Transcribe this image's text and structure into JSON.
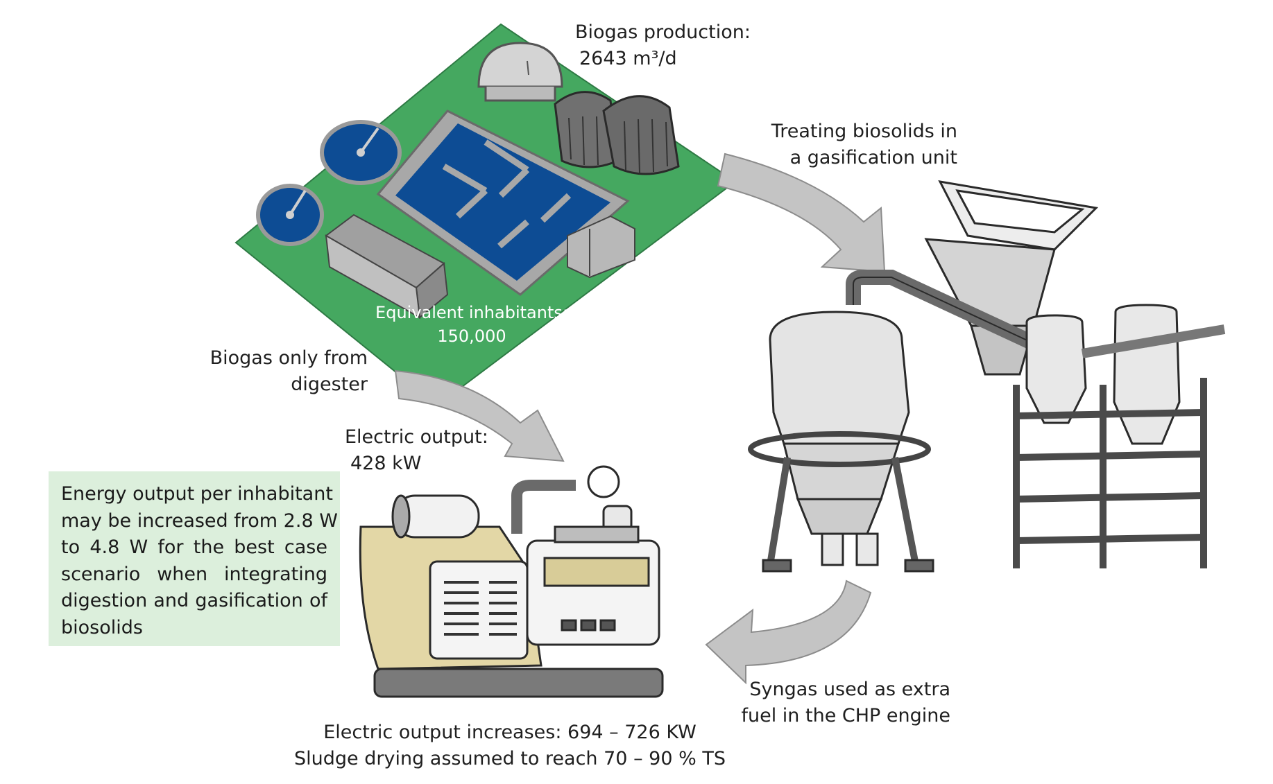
{
  "plant": {
    "biogas_production": [
      "Biogas production:",
      "2643 m³/d"
    ],
    "inhabitants": [
      "Equivalent inhabitants:",
      "150,000"
    ]
  },
  "gasification": [
    "Treating biosolids in",
    "a gasification unit"
  ],
  "biogas_only": [
    "Biogas only from",
    "digester"
  ],
  "electric_output": [
    "Electric output:",
    "428 kW"
  ],
  "info_box": [
    "Energy output per inhabitant",
    "may be increased from 2.8 W",
    "to 4.8 W for the best case",
    "scenario when integrating",
    "digestion and gasification of",
    "biosolids"
  ],
  "syngas": [
    "Syngas used as extra",
    "fuel in the CHP engine"
  ],
  "bottom": [
    "Electric output increases: 694 – 726 KW",
    "Sludge drying assumed to reach 70 – 90 % TS"
  ],
  "colors": {
    "plant_ground": "#45a860",
    "tank_water": "#0d4c94",
    "engine_body": "#e3d7a6",
    "arrow": "#c4c4c4",
    "info_box": "#dcefdc"
  }
}
